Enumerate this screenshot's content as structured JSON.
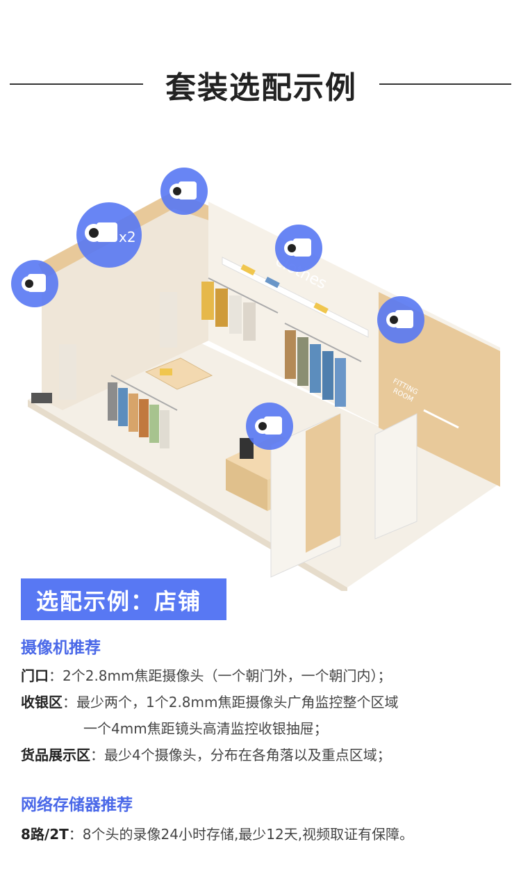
{
  "title": "套装选配示例",
  "scene": {
    "store_sign": "clothes",
    "fitting_sign_1": "FITTING",
    "fitting_sign_2": "ROOM",
    "multiplier": "x2"
  },
  "badge": "选配示例：店铺",
  "camera_section": {
    "heading": "摄像机推荐",
    "items": [
      {
        "label": "门口",
        "sep": "：",
        "text": "2个2.8mm焦距摄像头（一个朝门外，一个朝门内）；"
      },
      {
        "label": "收银区",
        "sep": "：",
        "text": "最少两个，1个2.8mm焦距摄像头广角监控整个区域"
      },
      {
        "label": "",
        "sep": "",
        "text": "一个4mm焦距镜头高清监控收银抽屉；"
      },
      {
        "label": "货品展示区",
        "sep": "：",
        "text": "最少4个摄像头，分布在各角落以及重点区域；"
      }
    ]
  },
  "storage_section": {
    "heading": "网络存储器推荐",
    "items": [
      {
        "label": "8路/2T",
        "sep": "：",
        "text": "8个头的录像24小时存储,最少12天,视频取证有保障。"
      }
    ]
  },
  "colors": {
    "accent": "#5878f3",
    "heading_blue": "#4a68e8",
    "wall_wood": "#e8c99a",
    "floor": "#f4efe6",
    "camera_circle": "#5878f3"
  }
}
